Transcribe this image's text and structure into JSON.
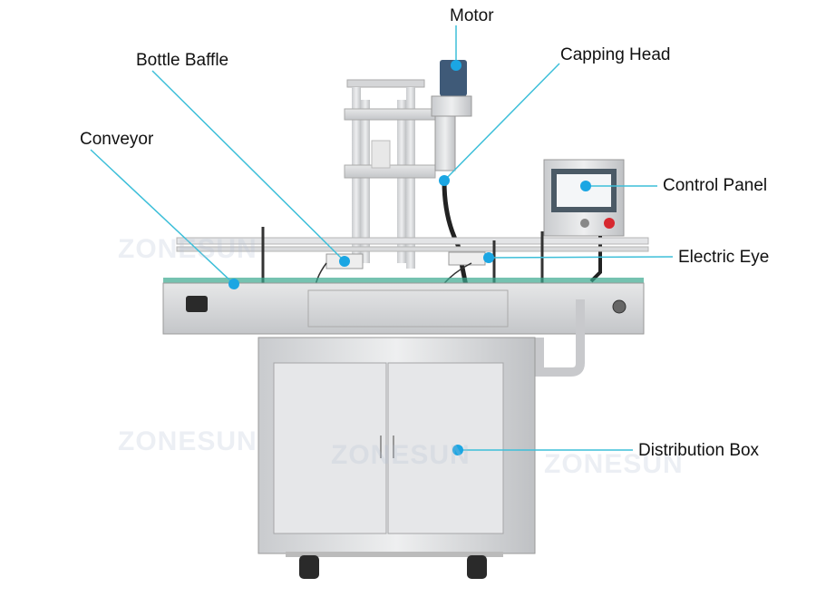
{
  "watermark": "ZONESUN",
  "colors": {
    "leader_line": "#3dbfd9",
    "dot": "#1ba6e3",
    "machine_steel": "#d9dadc",
    "conveyor_belt": "#3aa88e"
  },
  "labels": {
    "motor": "Motor",
    "capping_head": "Capping Head",
    "bottle_baffle": "Bottle Baffle",
    "conveyor": "Conveyor",
    "control_panel": "Control Panel",
    "electric_eye": "Electric Eye",
    "distribution_box": "Distribution Box"
  }
}
